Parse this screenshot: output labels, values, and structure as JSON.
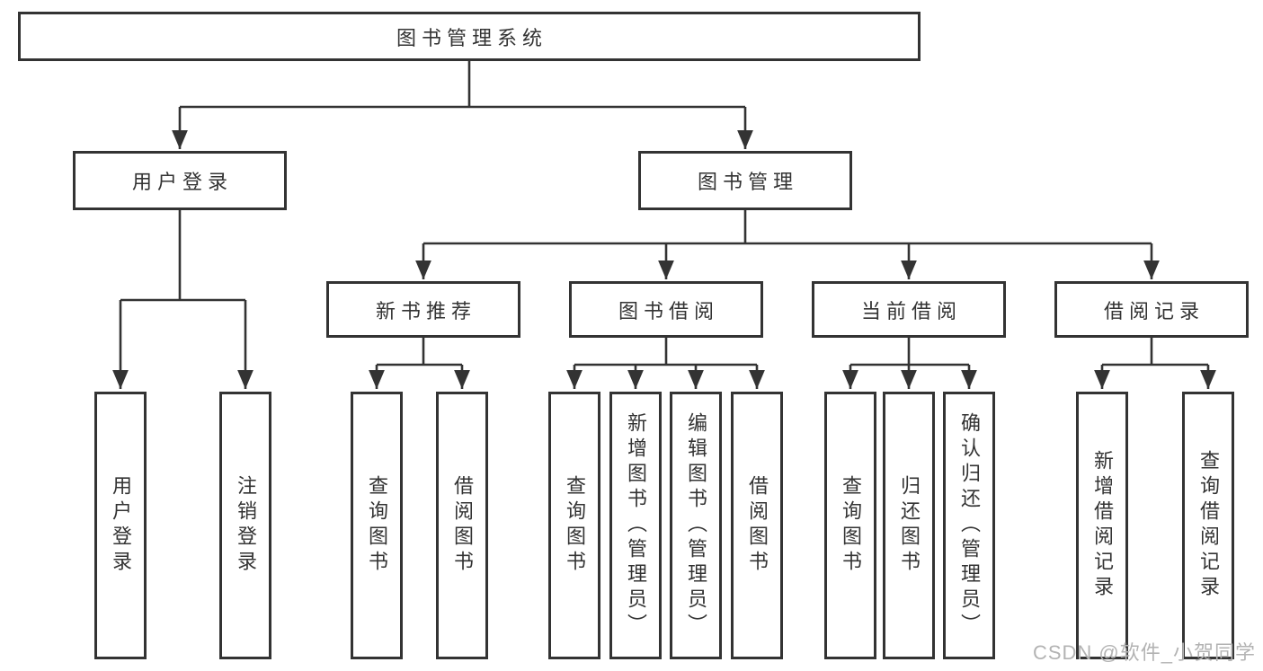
{
  "colors": {
    "background": "#ffffff",
    "line": "#333333",
    "box_border": "#333333",
    "text": "#333333",
    "watermark": "#b3b3b3"
  },
  "watermark": "CSDN @软件_小贺同学",
  "tree": {
    "root": {
      "label": "图书管理系统"
    },
    "children": [
      {
        "label": "用户登录",
        "children": [
          {
            "label": "用户登录"
          },
          {
            "label": "注销登录"
          }
        ]
      },
      {
        "label": "图书管理",
        "children": [
          {
            "label": "新书推荐",
            "children": [
              {
                "label": "查询图书"
              },
              {
                "label": "借阅图书"
              }
            ]
          },
          {
            "label": "图书借阅",
            "children": [
              {
                "label": "查询图书"
              },
              {
                "label": "新增图书（管理员）"
              },
              {
                "label": "编辑图书（管理员）"
              },
              {
                "label": "借阅图书"
              }
            ]
          },
          {
            "label": "当前借阅",
            "children": [
              {
                "label": "查询图书"
              },
              {
                "label": "归还图书"
              },
              {
                "label": "确认归还（管理员）"
              }
            ]
          },
          {
            "label": "借阅记录",
            "children": [
              {
                "label": "新增借阅记录"
              },
              {
                "label": "查询借阅记录"
              }
            ]
          }
        ]
      }
    ]
  }
}
